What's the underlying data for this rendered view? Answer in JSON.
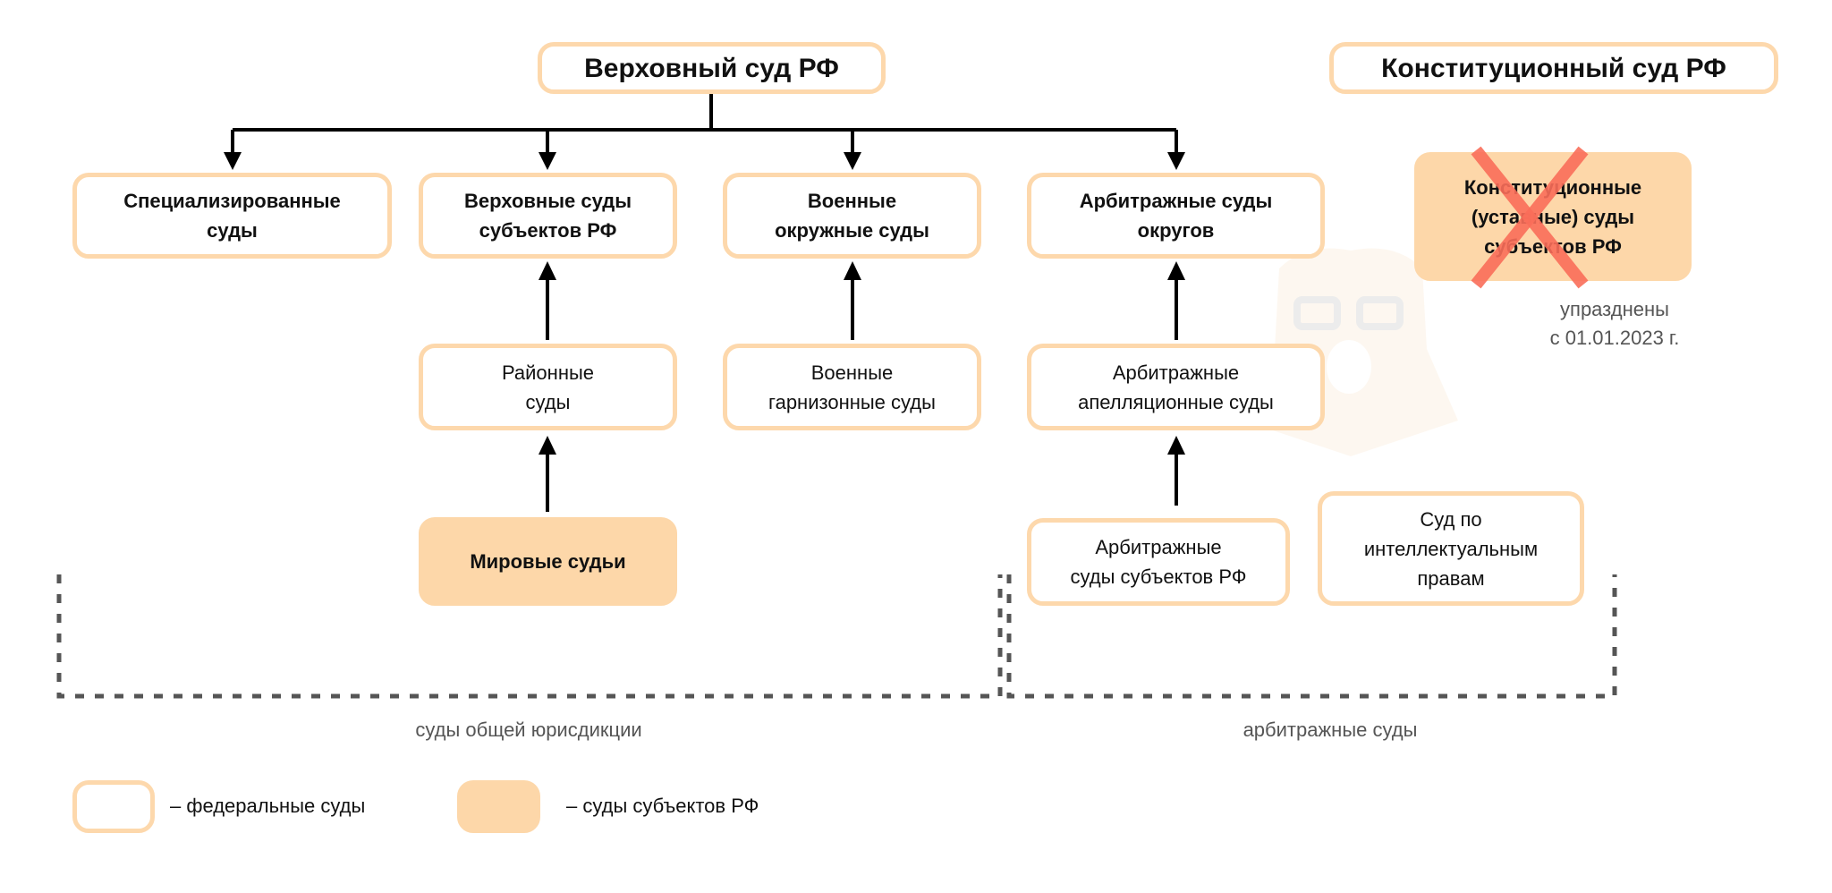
{
  "colors": {
    "box_border": "#fdd8ac",
    "box_fill_regional": "#fdd7a9",
    "arrow": "#000000",
    "bracket": "#555555",
    "cross": "#fa6e5a"
  },
  "top": {
    "supreme_court": "Верховный суд РФ",
    "constitutional_court": "Конституционный суд РФ"
  },
  "row1": {
    "specialized": "Специализированные\nсуды",
    "regional_supreme": "Верховные суды\nсубъектов РФ",
    "military_district": "Военные\nокружные суды",
    "arbitration_district": "Арбитражные суды\nокругов"
  },
  "abolished": {
    "box": "Конституционные\n(уставные) суды\nсубъектов РФ",
    "note": "упразднены\nс 01.01.2023 г."
  },
  "row2": {
    "district": "Районные\nсуды",
    "garrison": "Военные\nгарнизонные суды",
    "arbitration_appeal": "Арбитражные\nапелляционные суды"
  },
  "row3": {
    "magistrates": "Мировые судьи",
    "arbitration_regional": "Арбитражные\nсуды субъектов РФ",
    "ip_court": "Суд по\nинтеллектуальным\nправам"
  },
  "groups": {
    "general": "суды общей юрисдикции",
    "arbitration": "арбитражные суды"
  },
  "legend": {
    "federal": "– федеральные суды",
    "regional": "– суды субъектов РФ"
  }
}
